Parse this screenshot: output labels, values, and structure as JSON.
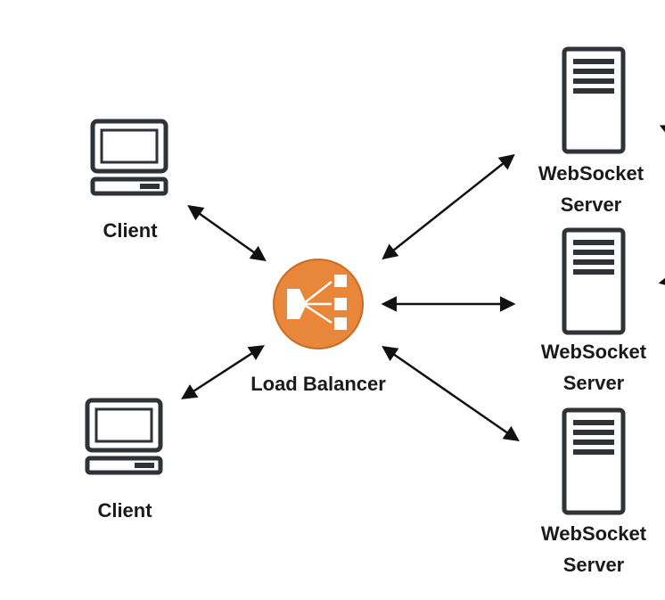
{
  "clients": [
    {
      "label": "Client"
    },
    {
      "label": "Client"
    }
  ],
  "load_balancer": {
    "label": "Load Balancer",
    "icon": "load-balancer-icon",
    "color": "#E8863A"
  },
  "servers": [
    {
      "line1": "WebSocket",
      "line2": "Server"
    },
    {
      "line1": "WebSocket",
      "line2": "Server"
    },
    {
      "line1": "WebSocket",
      "line2": "Server"
    }
  ],
  "colors": {
    "stroke": "#2b2b2b",
    "text": "#1a1a1a",
    "background": "#ffffff"
  }
}
